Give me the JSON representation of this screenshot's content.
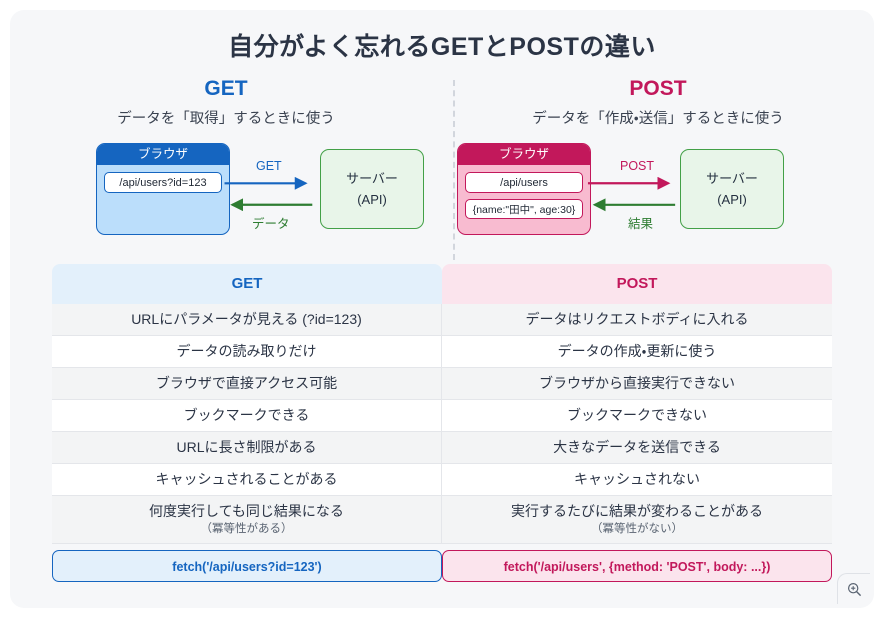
{
  "page": {
    "title": "自分がよく忘れるGETとPOSTの違い",
    "colors": {
      "get_accent": "#1565c0",
      "post_accent": "#c2185b",
      "server_accent": "#43a047",
      "panel_bg": "#f6f7f9"
    }
  },
  "get_column": {
    "heading": "GET",
    "subtitle": "データを「取得」するときに使う",
    "diagram": {
      "browser_title": "ブラウザ",
      "url_value": "/api/users?id=123",
      "request_label": "GET",
      "response_label": "データ",
      "server_line1": "サーバー",
      "server_line2": "(API)"
    }
  },
  "post_column": {
    "heading": "POST",
    "subtitle": "データを「作成・送信」するときに使う",
    "diagram": {
      "browser_title": "ブラウザ",
      "url_value": "/api/users",
      "body_value": "{name:\"田中\", age:30}",
      "request_label": "POST",
      "response_label": "結果",
      "server_line1": "サーバー",
      "server_line2": "(API)"
    }
  },
  "table": {
    "headers": [
      "GET",
      "POST"
    ],
    "rows": [
      {
        "get": "URLにパラメータが見える (?id=123)",
        "post": "データはリクエストボディに入れる"
      },
      {
        "get": "データの読み取りだけ",
        "post": "データの作成・更新に使う"
      },
      {
        "get": "ブラウザで直接アクセス可能",
        "post": "ブラウザから直接実行できない"
      },
      {
        "get": "ブックマークできる",
        "post": "ブックマークできない"
      },
      {
        "get": "URLに長さ制限がある",
        "post": "大きなデータを送信できる"
      },
      {
        "get": "キャッシュされることがある",
        "post": "キャッシュされない"
      },
      {
        "get": "何度実行しても同じ結果になる",
        "get_sub": "（冪等性がある）",
        "post": "実行するたびに結果が変わることがある",
        "post_sub": "（冪等性がない）"
      }
    ],
    "footer": {
      "get_code": "fetch('/api/users?id=123')",
      "post_code": "fetch('/api/users', {method: 'POST', body: ...})"
    }
  },
  "controls": {
    "zoom_in_title": "拡大"
  }
}
